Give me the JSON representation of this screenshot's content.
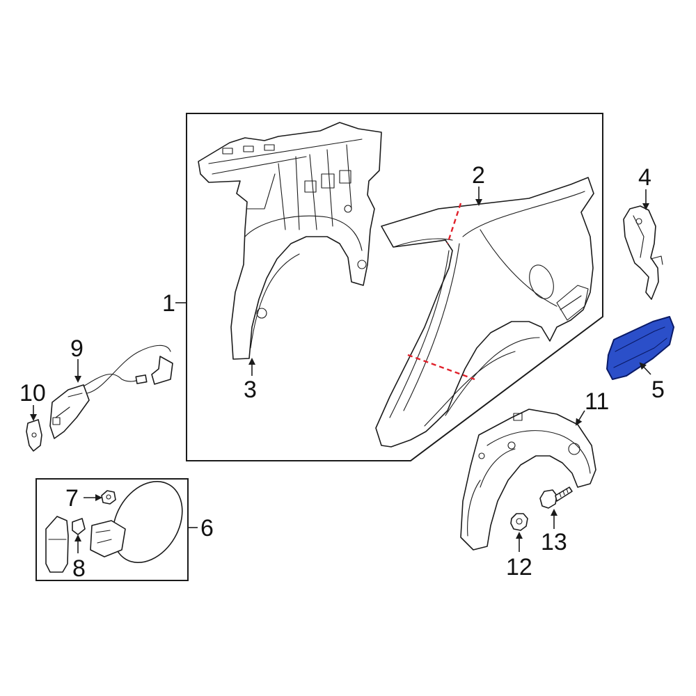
{
  "callouts": {
    "c1": "1",
    "c2": "2",
    "c3": "3",
    "c4": "4",
    "c5": "5",
    "c6": "6",
    "c7": "7",
    "c8": "8",
    "c9": "9",
    "c10": "10",
    "c11": "11",
    "c12": "12",
    "c13": "13"
  },
  "colors": {
    "highlighted_part": "#2b4fc9",
    "cut_line": "#e0202a",
    "line_art": "#1a1a1a"
  },
  "highlighted_part_callout": "5"
}
